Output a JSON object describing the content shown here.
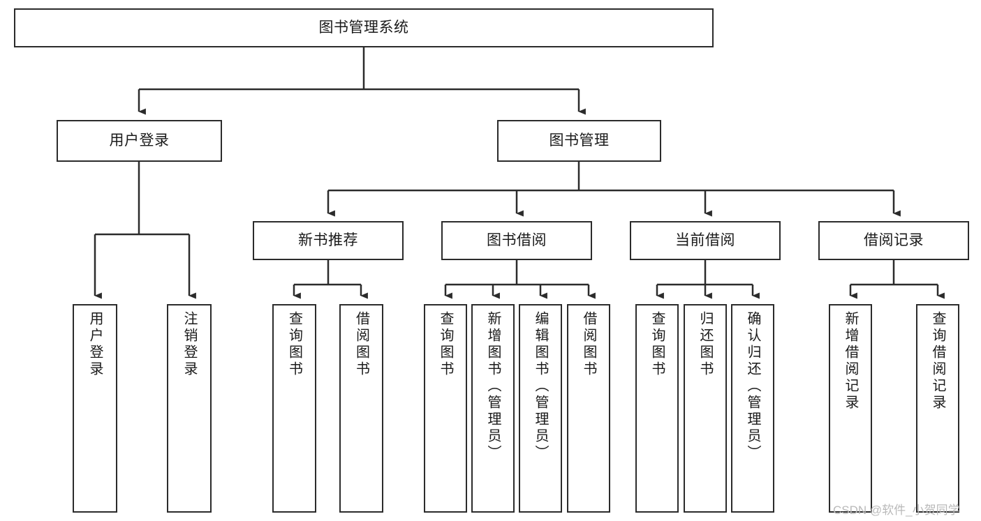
{
  "diagram": {
    "title": "图书管理系统",
    "watermark": "CSDN @软件_小贺同学",
    "colors": {
      "background": "#ffffff",
      "box_border": "#2b2b2b",
      "box_fill": "#ffffff",
      "edge": "#2b2b2b",
      "text": "#1a1a1a",
      "watermark": "#b9b9b9"
    },
    "root": {
      "label": "图书管理系统"
    },
    "level2": [
      {
        "label": "用户登录"
      },
      {
        "label": "图书管理"
      }
    ],
    "level3": [
      {
        "label": "新书推荐"
      },
      {
        "label": "图书借阅"
      },
      {
        "label": "当前借阅"
      },
      {
        "label": "借阅记录"
      }
    ],
    "leaves": {
      "user_login": [
        {
          "label": "用户登录"
        },
        {
          "label": "注销登录"
        }
      ],
      "new_book_recommend": [
        {
          "label": "查询图书"
        },
        {
          "label": "借阅图书"
        }
      ],
      "book_borrow": [
        {
          "label": "查询图书"
        },
        {
          "label": "新增图书（管理员）"
        },
        {
          "label": "编辑图书（管理员）"
        },
        {
          "label": "借阅图书"
        }
      ],
      "current_borrow": [
        {
          "label": "查询图书"
        },
        {
          "label": "归还图书"
        },
        {
          "label": "确认归还（管理员）"
        }
      ],
      "borrow_record": [
        {
          "label": "新增借阅记录"
        },
        {
          "label": "查询借阅记录"
        }
      ]
    }
  }
}
